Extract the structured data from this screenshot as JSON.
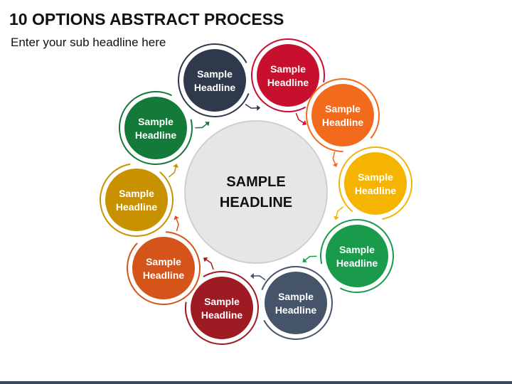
{
  "header": {
    "title": "10 OPTIONS ABSTRACT PROCESS",
    "subtitle": "Enter your sub headline here"
  },
  "center": {
    "line1": "SAMPLE",
    "line2": "HEADLINE",
    "fill": "#e6e6e6",
    "stroke": "#cfcfcf"
  },
  "nodes": [
    {
      "line1": "Sample",
      "line2": "Headline",
      "color": "#2e3a4c"
    },
    {
      "line1": "Sample",
      "line2": "Headline",
      "color": "#c8102e"
    },
    {
      "line1": "Sample",
      "line2": "Headline",
      "color": "#f26b1d"
    },
    {
      "line1": "Sample",
      "line2": "Headline",
      "color": "#f4b400"
    },
    {
      "line1": "Sample",
      "line2": "Headline",
      "color": "#1a9b4b"
    },
    {
      "line1": "Sample",
      "line2": "Headline",
      "color": "#455468"
    },
    {
      "line1": "Sample",
      "line2": "Headline",
      "color": "#9e1b24"
    },
    {
      "line1": "Sample",
      "line2": "Headline",
      "color": "#d4541a"
    },
    {
      "line1": "Sample",
      "line2": "Headline",
      "color": "#c79100"
    },
    {
      "line1": "Sample",
      "line2": "Headline",
      "color": "#137a3a"
    }
  ],
  "footer": {
    "color": "#3b4a5e"
  }
}
